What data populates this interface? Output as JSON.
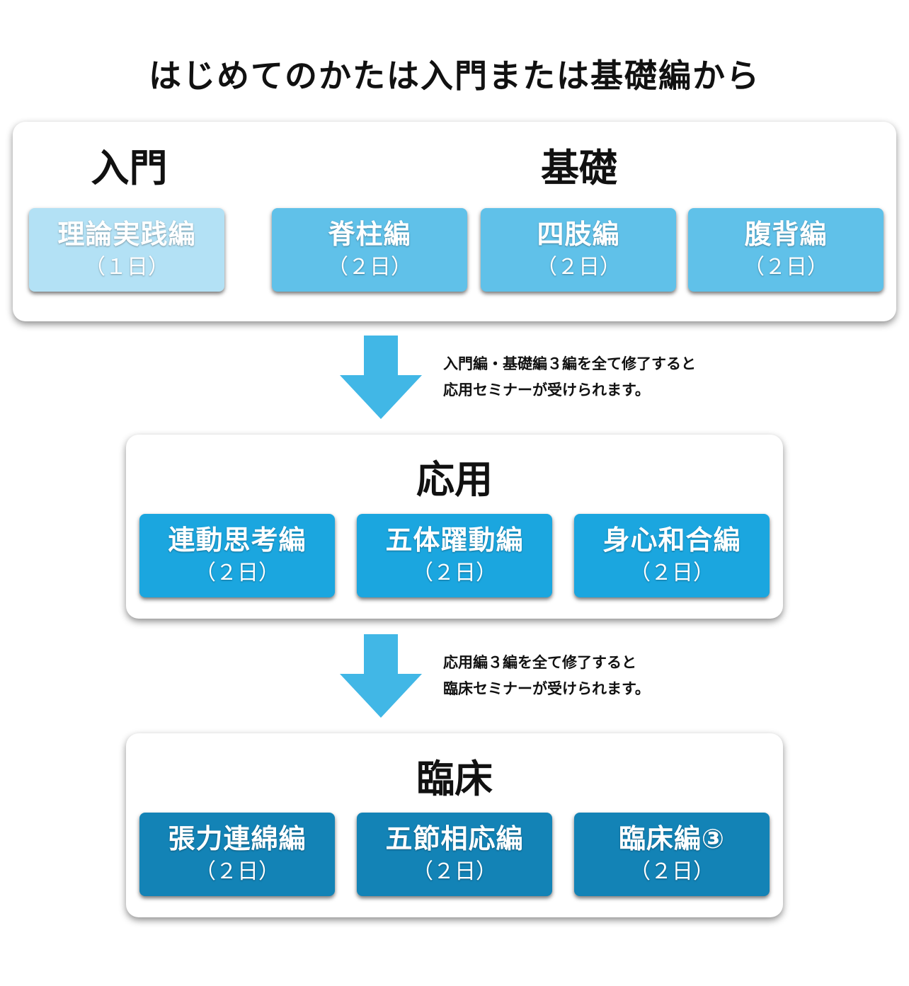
{
  "title": "はじめてのかたは入門または基礎編から",
  "colors": {
    "intro": "#b3e1f5",
    "basic": "#60c1e9",
    "applied": "#1ba6df",
    "clinical": "#1383b6",
    "arrow": "#41b7e6"
  },
  "stage1": {
    "intro_title": "入門",
    "basic_title": "基礎",
    "courses": [
      {
        "name": "理論実践編",
        "days": "（１日）"
      },
      {
        "name": "脊柱編",
        "days": "（２日）"
      },
      {
        "name": "四肢編",
        "days": "（２日）"
      },
      {
        "name": "腹背編",
        "days": "（２日）"
      }
    ]
  },
  "transition1": {
    "line1": "入門編・基礎編３編を全て修了すると",
    "line2": "応用セミナーが受けられます。"
  },
  "stage2": {
    "title": "応用",
    "courses": [
      {
        "name": "連動思考編",
        "days": "（２日）"
      },
      {
        "name": "五体躍動編",
        "days": "（２日）"
      },
      {
        "name": "身心和合編",
        "days": "（２日）"
      }
    ]
  },
  "transition2": {
    "line1": "応用編３編を全て修了すると",
    "line2": "臨床セミナーが受けられます。"
  },
  "stage3": {
    "title": "臨床",
    "courses": [
      {
        "name": "張力連綿編",
        "days": "（２日）"
      },
      {
        "name": "五節相応編",
        "days": "（２日）"
      },
      {
        "name": "臨床編③",
        "days": "（２日）"
      }
    ]
  }
}
